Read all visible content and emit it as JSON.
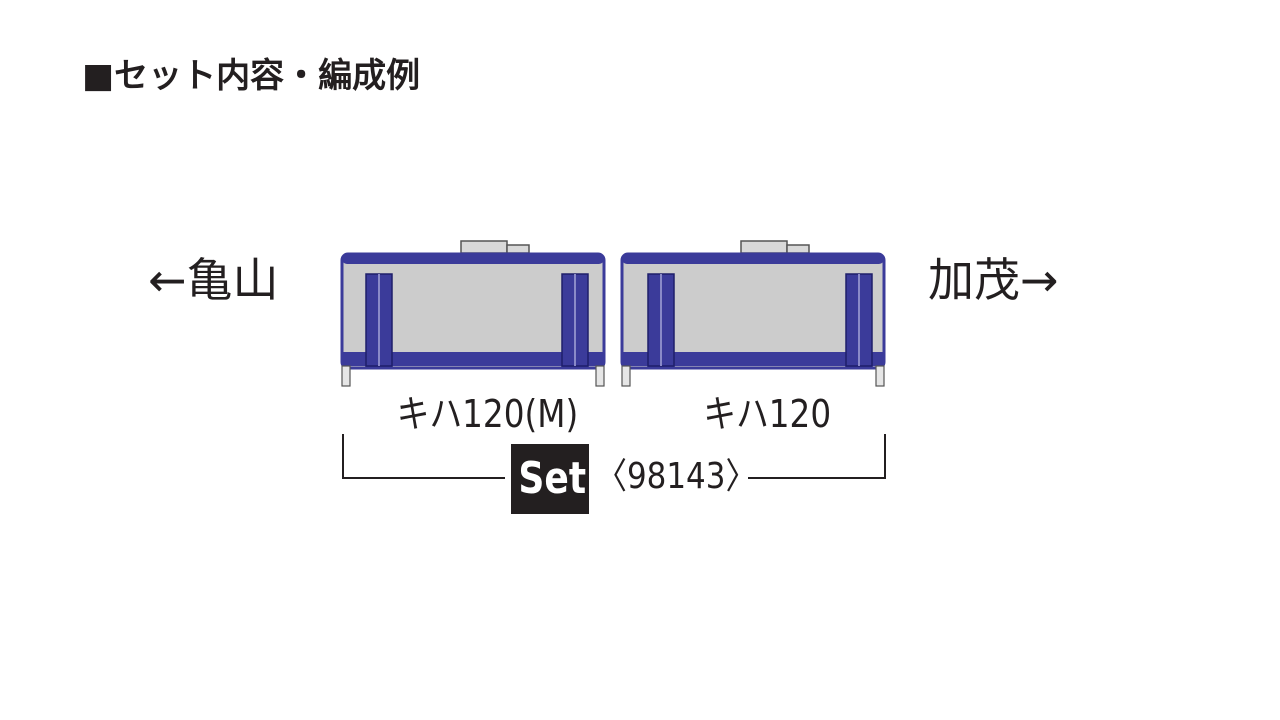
{
  "title": "■セット内容・編成例",
  "direction_left": "←亀山",
  "direction_right": "加茂→",
  "cars": [
    {
      "label": "キハ120(M)"
    },
    {
      "label": "キハ120"
    }
  ],
  "set": {
    "badge": "Set",
    "code": "〈98143〉"
  },
  "colors": {
    "body_gray": "#cccccc",
    "stripe_navy": "#3b3b9a",
    "outline": "#231f20"
  }
}
